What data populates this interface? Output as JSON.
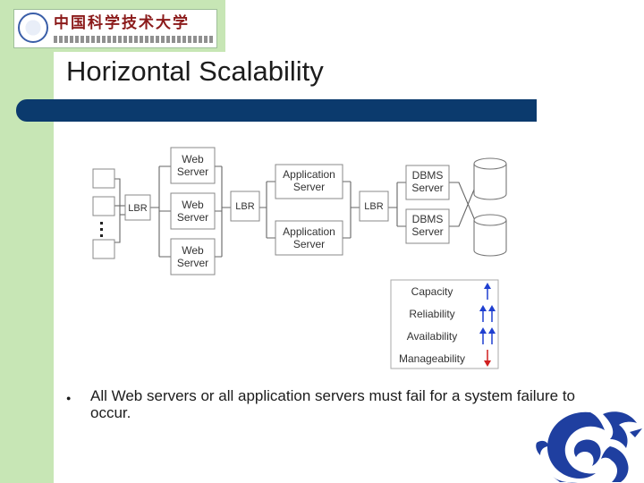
{
  "header": {
    "logo_cn": "中国科学技术大学",
    "title": "Horizontal Scalability"
  },
  "diagram": {
    "web_label_1": "Web",
    "web_label_2": "Server",
    "lbr": "LBR",
    "app_label_1": "Application",
    "app_label_2": "Server",
    "dbms_label_1": "DBMS",
    "dbms_label_2": "Server",
    "metrics": [
      {
        "label": "Capacity",
        "arrows": "up"
      },
      {
        "label": "Reliability",
        "arrows": "up-up"
      },
      {
        "label": "Availability",
        "arrows": "up-up"
      },
      {
        "label": "Manageability",
        "arrows": "down"
      }
    ],
    "colors": {
      "up_arrow": "#1f3fd0",
      "down_arrow": "#d01f1f"
    }
  },
  "bullets": [
    {
      "text": "All Web servers or all application servers must fail for a system failure to occur."
    }
  ],
  "footer": {
    "dragon_icon": "dragon-logo"
  }
}
